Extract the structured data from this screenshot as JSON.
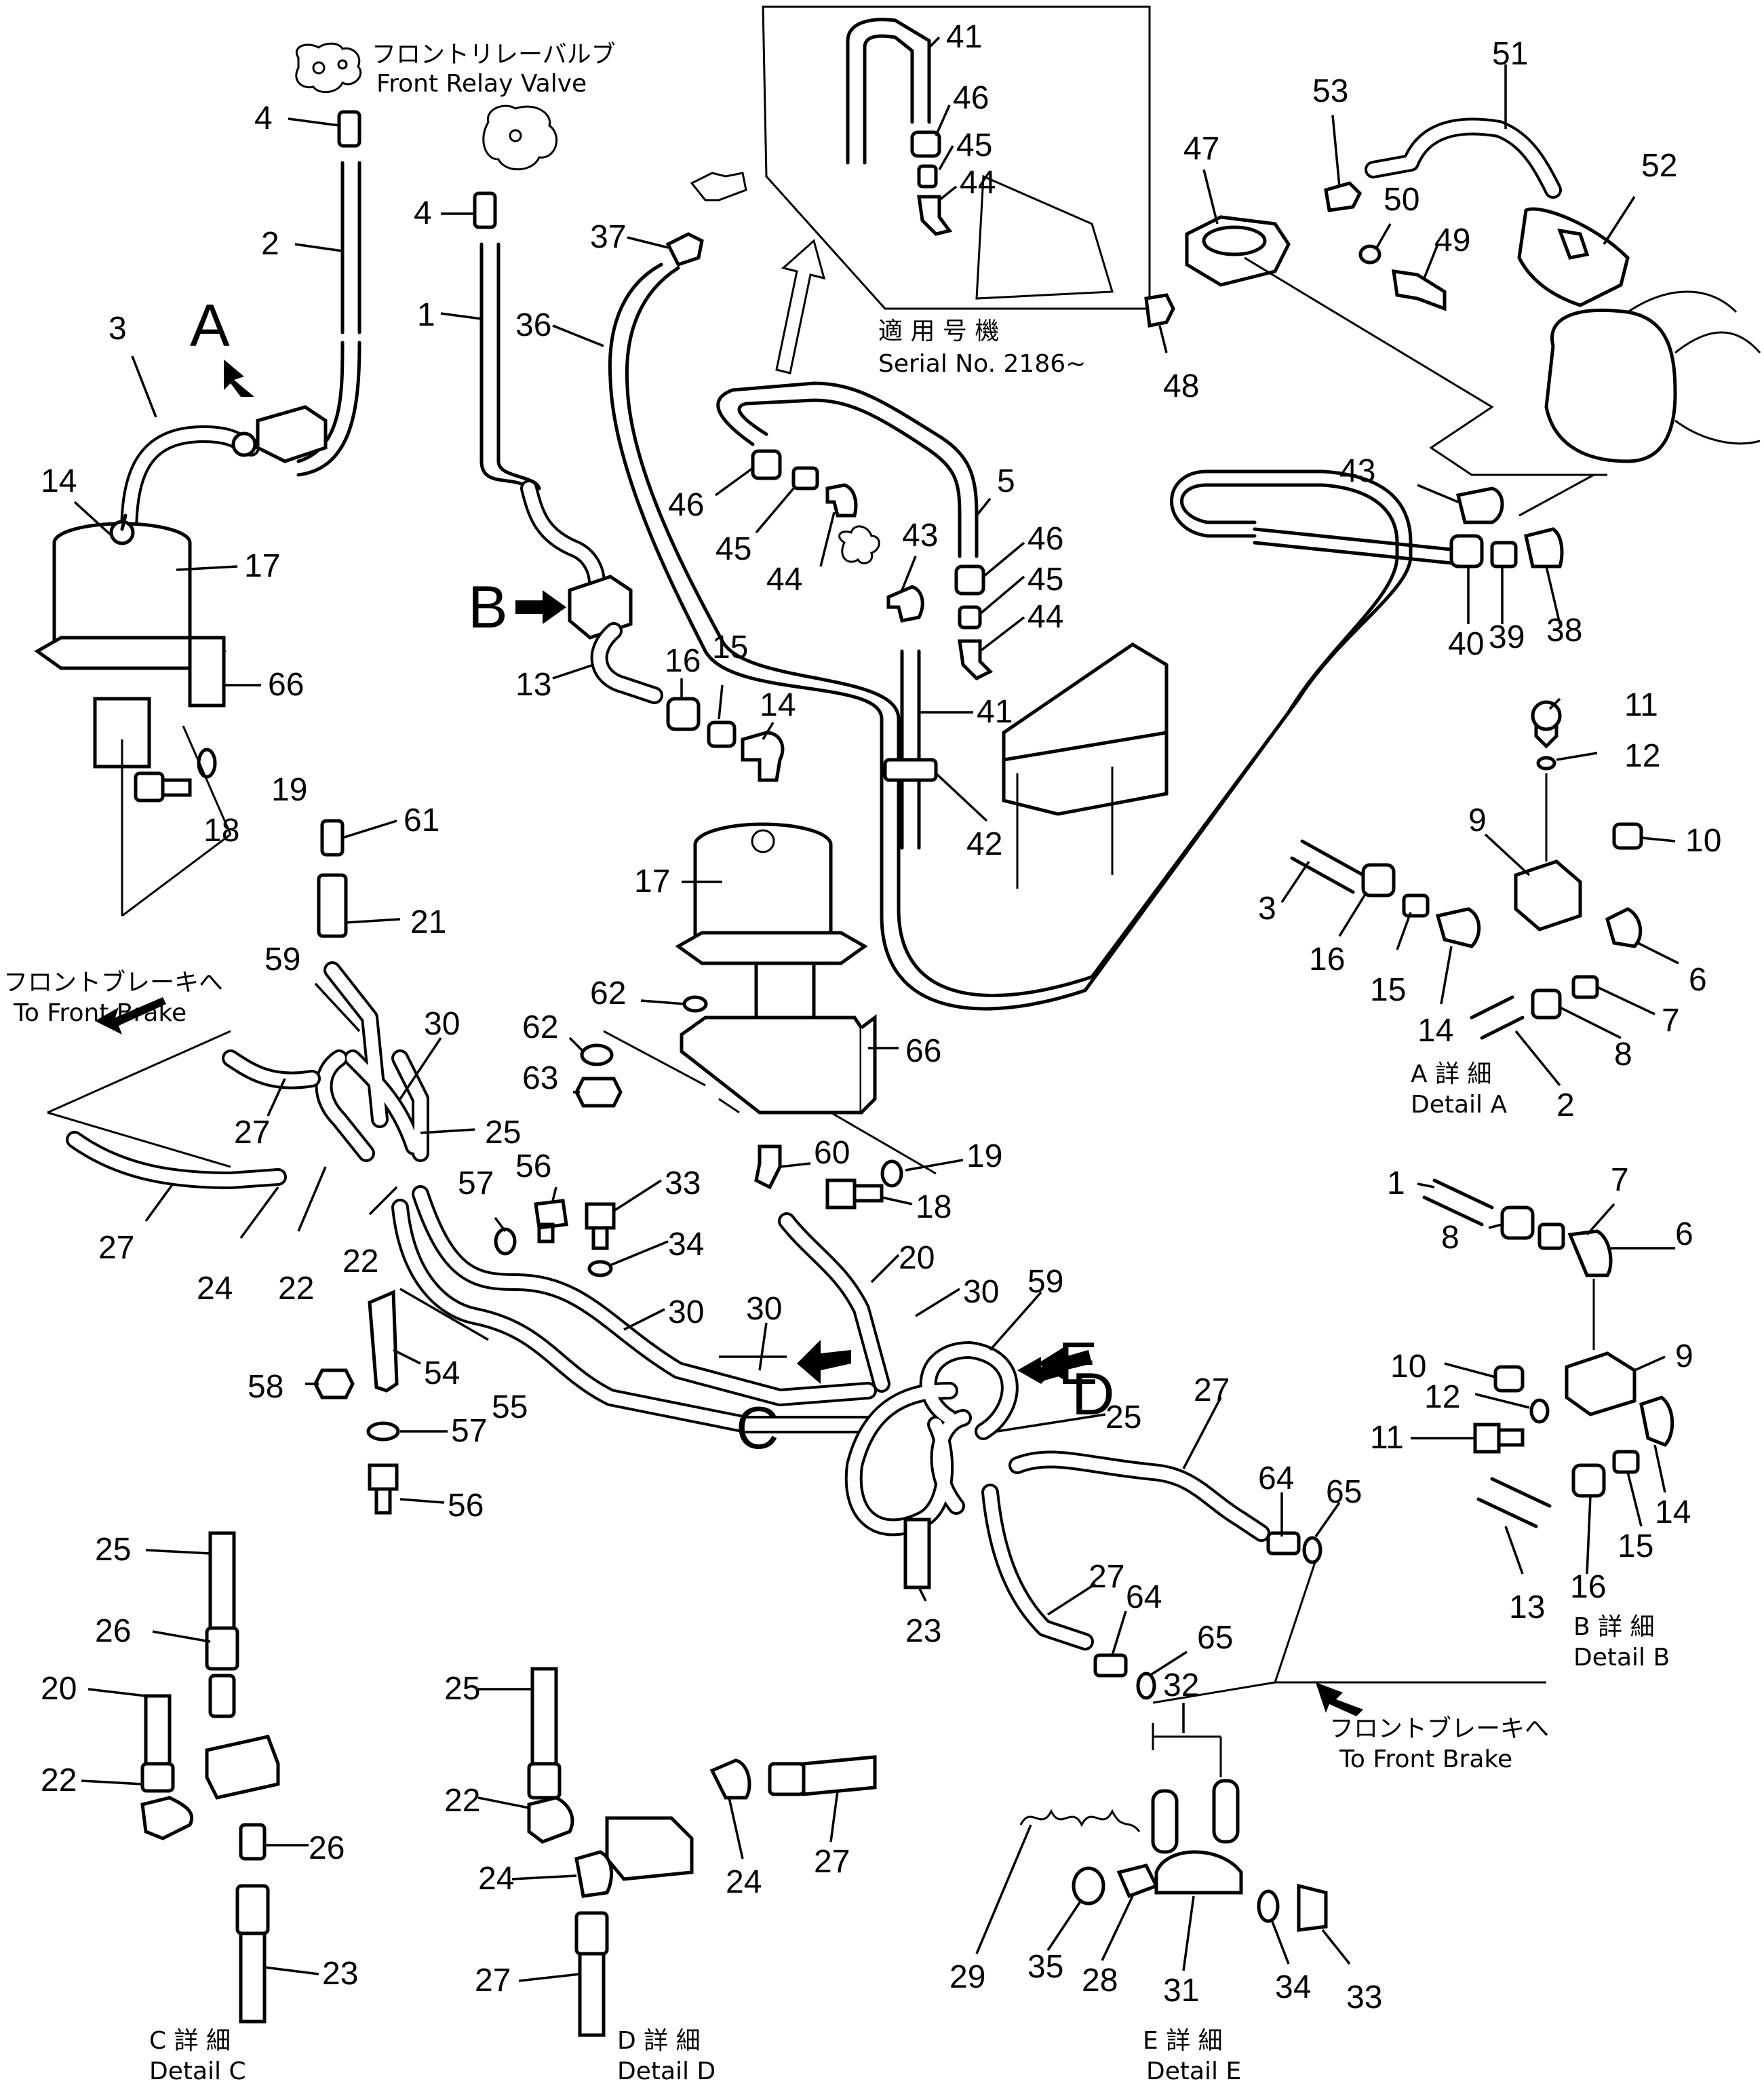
{
  "captions": {
    "front_relay_valve_jp": "フロントリレーバルブ",
    "front_relay_valve_en": "Front Relay Valve",
    "to_front_brake_jp_left": "フロントブレーキへ",
    "to_front_brake_en_left": "To Front Brake",
    "to_front_brake_jp_right": "フロントブレーキへ",
    "to_front_brake_en_right": "To Front Brake",
    "serial_jp": "適 用 号 機",
    "serial_en": "Serial No. 2186~"
  },
  "view_letters": {
    "A": "A",
    "B": "B",
    "C": "C",
    "D": "D",
    "E": "E"
  },
  "details": {
    "A": {
      "jp": "A 詳 細",
      "en": "Detail A"
    },
    "B": {
      "jp": "B 詳 細",
      "en": "Detail B"
    },
    "C": {
      "jp": "C 詳 細",
      "en": "Detail C"
    },
    "D": {
      "jp": "D 詳 細",
      "en": "Detail D"
    },
    "E": {
      "jp": "E 詳 細",
      "en": "Detail E"
    }
  },
  "callouts": {
    "c4a": "4",
    "c2": "2",
    "c3": "3",
    "c14a": "14",
    "c17a": "17",
    "c66a": "66",
    "c18a": "18",
    "c19a": "19",
    "c4b": "4",
    "c1": "1",
    "c36": "36",
    "c37": "37",
    "c13": "13",
    "c16a": "16",
    "c15a": "15",
    "c14b": "14",
    "c17b": "17",
    "c41top": "41",
    "c46top": "46",
    "c45top": "45",
    "c44top": "44",
    "c53": "53",
    "c51": "51",
    "c47": "47",
    "c52": "52",
    "c50": "50",
    "c49": "49",
    "c48": "48",
    "c46a": "46",
    "c45a": "45",
    "c44a": "44",
    "c43a": "43",
    "c5": "5",
    "c46b": "46",
    "c45b": "45",
    "c44b": "44",
    "c43b": "43",
    "c40": "40",
    "c39": "39",
    "c38": "38",
    "c41": "41",
    "c42": "42",
    "c61": "61",
    "c21": "21",
    "c59a": "59",
    "c30a": "30",
    "c62a": "62",
    "c62b": "62",
    "c63": "63",
    "c66b": "66",
    "c25a": "25",
    "c27a": "27",
    "c27b": "27",
    "c24": "24",
    "c22a": "22",
    "c22b": "22",
    "c57a": "57",
    "c56a": "56",
    "c33a": "33",
    "c34a": "34",
    "c60": "60",
    "c19b": "19",
    "c18b": "18",
    "c20": "20",
    "c30b": "30",
    "c30c": "30",
    "c30d": "30",
    "c59b": "59",
    "c58": "58",
    "c54": "54",
    "c55": "55",
    "c57b": "57",
    "c56b": "56",
    "c25b": "25",
    "c27c": "27",
    "c64a": "64",
    "c65a": "65",
    "c23": "23",
    "c27d": "27",
    "c64b": "64",
    "c65b": "65",
    "dA11": "11",
    "dA12": "12",
    "dA9": "9",
    "dA10": "10",
    "dA3": "3",
    "dA16": "16",
    "dA15": "15",
    "dA14": "14",
    "dA6": "6",
    "dA7": "7",
    "dA8": "8",
    "dA2": "2",
    "dB1": "1",
    "dB7": "7",
    "dB6": "6",
    "dB8": "8",
    "dB10": "10",
    "dB9": "9",
    "dB12": "12",
    "dB11": "11",
    "dB14": "14",
    "dB15": "15",
    "dB16": "16",
    "dB13": "13",
    "dC25": "25",
    "dC26a": "26",
    "dC20": "20",
    "dC22": "22",
    "dC26b": "26",
    "dC23": "23",
    "dD25": "25",
    "dD22": "22",
    "dD24a": "24",
    "dD24b": "24",
    "dD27a": "27",
    "dD27b": "27",
    "dE32": "32",
    "dE29": "29",
    "dE35": "35",
    "dE28": "28",
    "dE31": "31",
    "dE34": "34",
    "dE33": "33"
  }
}
